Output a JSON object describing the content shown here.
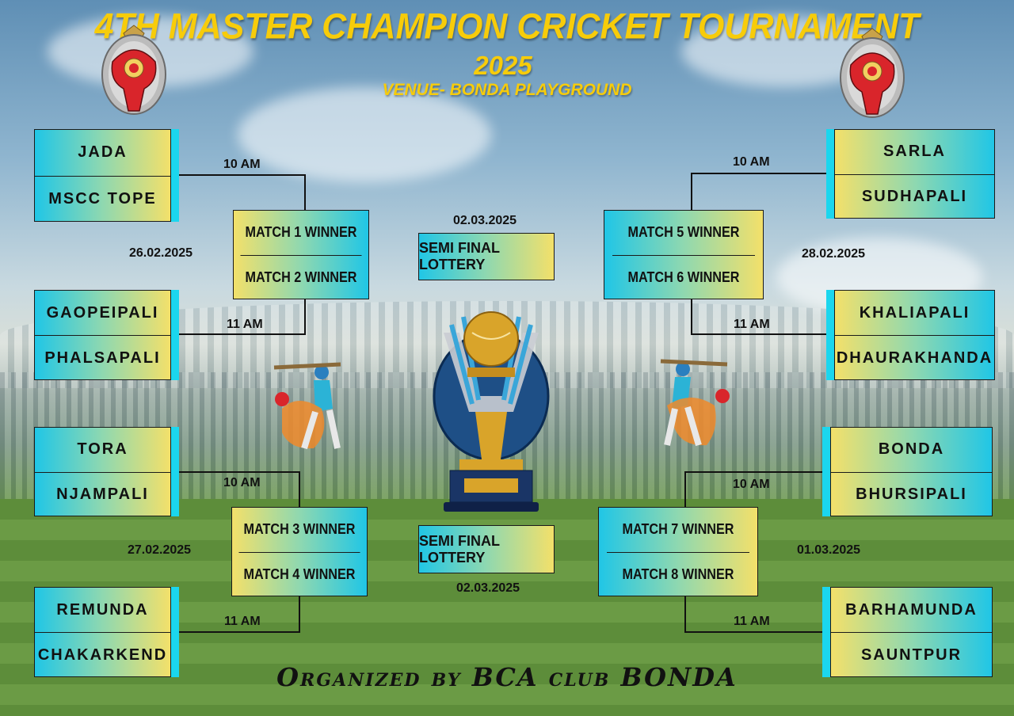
{
  "header": {
    "title": "4TH MASTER CHAMPION CRICKET TOURNAMENT",
    "year": "2025",
    "venue": "VENUE- BONDA PLAYGROUND"
  },
  "left": {
    "group1": {
      "match1": {
        "team_a": "JADA",
        "team_b": "MSCC TOPE",
        "time": "10 AM"
      },
      "match2": {
        "team_a": "GAOPEIPALI",
        "team_b": "PHALSAPALI",
        "time": "11 AM"
      },
      "date": "26.02.2025",
      "winners": {
        "a": "MATCH 1 WINNER",
        "b": "MATCH 2 WINNER"
      }
    },
    "group2": {
      "match3": {
        "team_a": "TORA",
        "team_b": "NJAMPALI",
        "time": "10 AM"
      },
      "match4": {
        "team_a": "REMUNDA",
        "team_b": "CHAKARKEND",
        "time": "11 AM"
      },
      "date": "27.02.2025",
      "winners": {
        "a": "MATCH 3 WINNER",
        "b": "MATCH 4 WINNER"
      }
    }
  },
  "right": {
    "group1": {
      "match5": {
        "team_a": "SARLA",
        "team_b": "SUDHAPALI",
        "time": "10 AM"
      },
      "match6": {
        "team_a": "KHALIAPALI",
        "team_b": "DHAURAKHANDA",
        "time": "11 AM"
      },
      "date": "28.02.2025",
      "winners": {
        "a": "MATCH 5 WINNER",
        "b": "MATCH 6 WINNER"
      }
    },
    "group2": {
      "match7": {
        "team_a": "BONDA",
        "team_b": "BHURSIPALI",
        "time": "10 AM"
      },
      "match8": {
        "team_a": "BARHAMUNDA",
        "team_b": "SAUNTPUR",
        "time": "11 AM"
      },
      "date": "01.03.2025",
      "winners": {
        "a": "MATCH 7 WINNER",
        "b": "MATCH 8 WINNER"
      }
    }
  },
  "semis": {
    "top": {
      "label": "SEMI FINAL LOTTERY",
      "date": "02.03.2025"
    },
    "bottom": {
      "label": "SEMI FINAL LOTTERY",
      "date": "02.03.2025"
    }
  },
  "footer": "Organized by BCA club BONDA",
  "colors": {
    "title": "#f7cc0a",
    "accent": "#1bd6ee"
  },
  "icons": [
    "emblem-logo",
    "trophy-icon",
    "batsman-icon"
  ]
}
